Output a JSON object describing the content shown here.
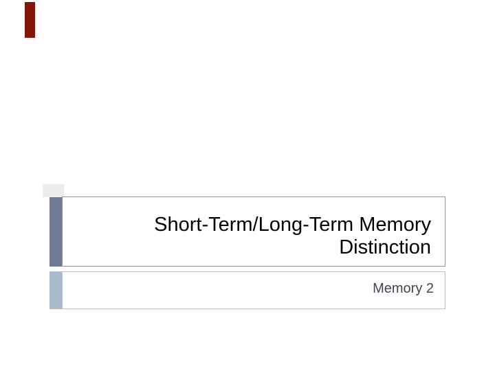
{
  "slide": {
    "title": "Short-Term/Long-Term Memory Distinction",
    "title_lines": [
      "Short-Term/Long-Term Memory",
      "Distinction"
    ],
    "subtitle": "Memory 2"
  },
  "colors": {
    "background": "#FFFFFF",
    "corner_accent": "#84170C",
    "corner_step": "#ECECEA",
    "title_accent_bar": "#6F7A96",
    "subtitle_accent_bar": "#A8BBCB",
    "title_box_border": "#8E959B",
    "subtitle_box_border": "#B7C0C8",
    "title_text": "#000000",
    "subtitle_text": "#404750"
  }
}
